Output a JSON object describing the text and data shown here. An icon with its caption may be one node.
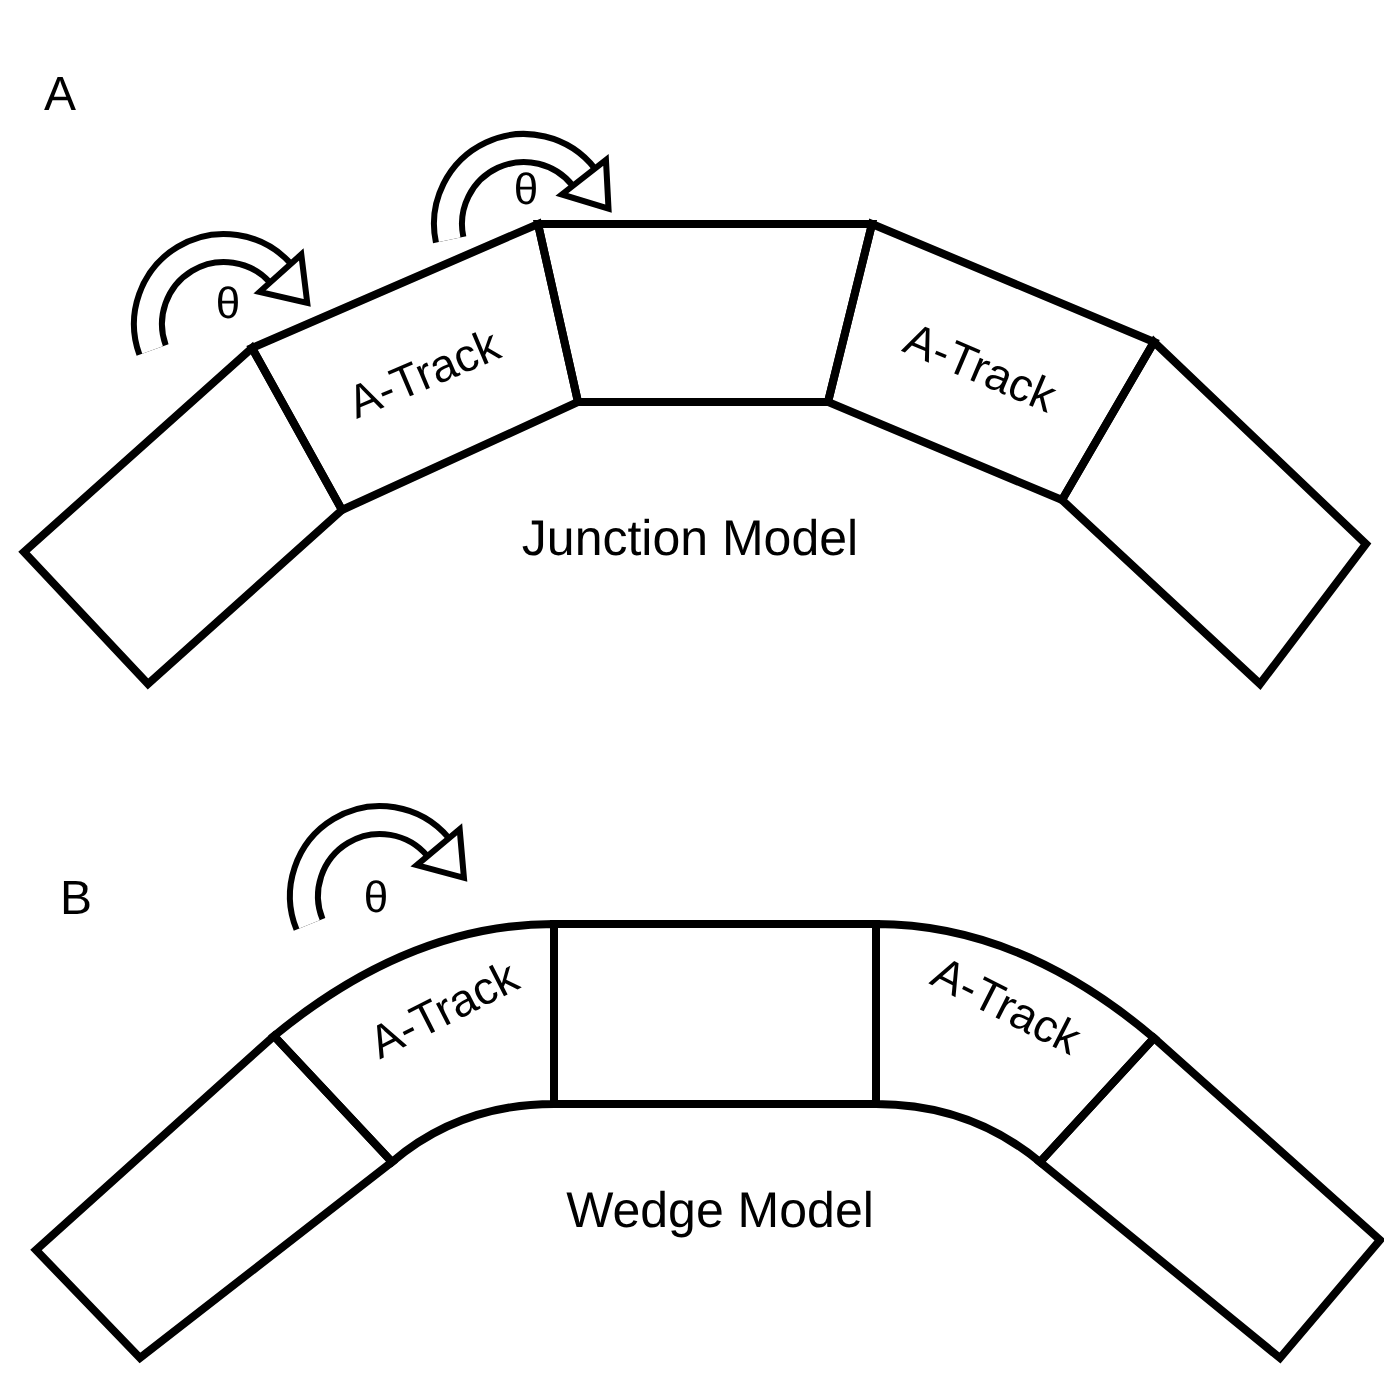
{
  "diagram": {
    "nodes": [
      {
        "text": [],
        "shape": "box"
      },
      {
        "text": [
          "A-Track"
        ]
      },
      {
        "text": [],
        "shape": "box"
      },
      {
        "text": [
          "A-Track"
        ]
      },
      {
        "text": [],
        "shape": "box"
      },
      {
        "text": [],
        "shape": "box"
      },
      {
        "text": [
          "A-Track"
        ]
      },
      {
        "text": [],
        "shape": "box"
      },
      {
        "text": [
          "A-Track"
        ]
      },
      {
        "text": [],
        "shape": "box"
      }
    ],
    "labels": [
      "A",
      "θ",
      "θ",
      "Junction Model",
      "B",
      "θ",
      "Wedge Model"
    ]
  }
}
